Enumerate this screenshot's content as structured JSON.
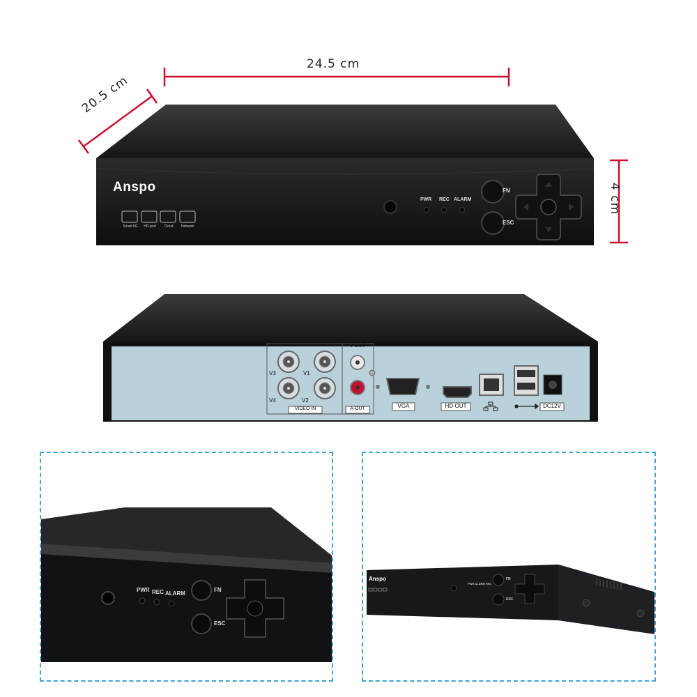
{
  "dimensions": {
    "width": "24.5 cm",
    "depth": "20.5 cm",
    "height": "4 cm"
  },
  "colors": {
    "measure_line": "#c8102e",
    "panel_border": "#3fa3d6",
    "rear_panel": "#b9d1da",
    "chassis": "#1c1d1f"
  },
  "front": {
    "brand": "Anspo",
    "badges": [
      "Smart 6G",
      "HD-port",
      "Cloud",
      "Network"
    ],
    "leds": [
      "PWR",
      "REC",
      "ALARM"
    ],
    "buttons": {
      "fn": "FN",
      "esc": "ESC"
    }
  },
  "rear": {
    "video_labels": [
      "V3",
      "V1",
      "V4",
      "V2"
    ],
    "video_in": "VIDEO IN",
    "v_out": "V-OUT",
    "a_out": "A-OUT",
    "vga": "VGA",
    "hd_out": "HD-OUT",
    "dc": "DC12V",
    "network_icon": "network-icon",
    "usb_icon": "usb-icon"
  },
  "detail_left": {
    "leds": [
      "PWR",
      "REC",
      "ALARM"
    ],
    "fn": "FN",
    "esc": "ESC"
  },
  "detail_right": {
    "brand": "Anspo",
    "leds": "PWR ALARM REC",
    "fn": "FN",
    "esc": "ESC"
  }
}
